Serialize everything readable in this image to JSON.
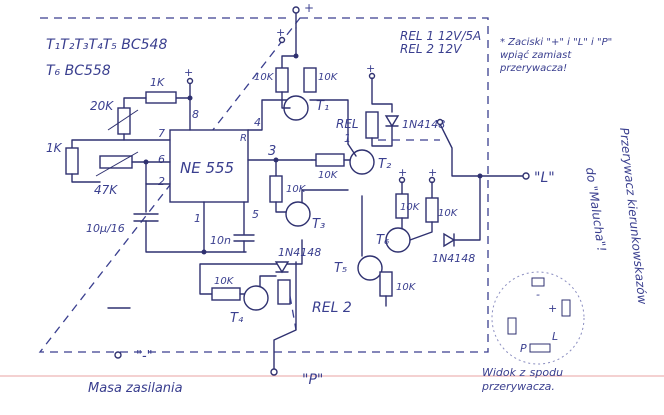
{
  "header": {
    "transistors_line1": "T₁T₂T₃T₄T₅ BC548",
    "transistors_line2": "T₆ BC558",
    "relay_line1": "REL 1 12V/5A",
    "relay_line2": "REL 2 12V"
  },
  "ic": {
    "label": "NE 555",
    "pins": [
      "8",
      "7",
      "6",
      "2",
      "4",
      "R",
      "3",
      "1",
      "5"
    ]
  },
  "components": {
    "r_1k_top": "1K",
    "pot_20k": "20K",
    "r_1k_left": "1K",
    "pot_47k": "47K",
    "cap_10u": "10µ/16",
    "cap_10n": "10n",
    "r_10k_t1_left": "10K",
    "r_10k_t1_right": "10K",
    "t1": "T₁",
    "rel1": "REL",
    "rel1_num": "1",
    "diode_rel1": "1N4148",
    "r_10k_t2": "10K",
    "t2": "T₂",
    "r_10k_t3": "10K",
    "t3": "T₃",
    "r_10k_t6_a": "10K",
    "r_10k_t6_b": "10K",
    "t6": "T₆",
    "diode_t6": "1N4148",
    "t5": "T₅",
    "r_10k_t5": "10K",
    "r_10k_t4": "10K",
    "t4": "T₄",
    "diode_rel2": "1N4148",
    "rel2": "REL 2"
  },
  "terminals": {
    "plus_top": "+",
    "plus_nodes": [
      "+",
      "+",
      "+",
      "+",
      "+"
    ],
    "terminal_l": "\"L\"",
    "terminal_p": "\"P\"",
    "terminal_minus": "\"-\""
  },
  "notes": {
    "side_note": "* Zaciski \"+\" i \"L\" i \"P\" wpiąć zamiast przerywacza!",
    "vertical_note_1": "Przerywacz kierunkowskazów",
    "vertical_note_2": "do \"Malucha\"!",
    "ground_label": "Masa zasilania",
    "bottom_note": "Widok z  spodu przerywacza."
  },
  "plug_view": {
    "minus": "-",
    "plus": "+",
    "l": "L",
    "p": "P"
  }
}
